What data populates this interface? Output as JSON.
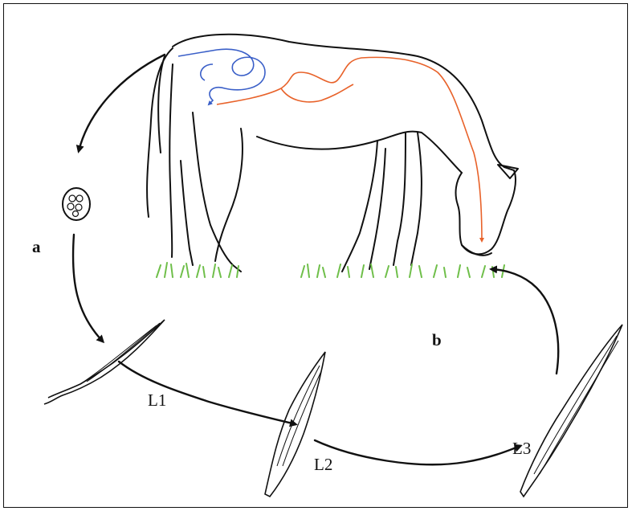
{
  "labels": {
    "a": "a",
    "b": "b",
    "l1": "L1",
    "l2": "L2",
    "l3": "L3"
  },
  "colors": {
    "line": "#111111",
    "grass": "#6fbf4a",
    "parasite_blue": "#3a5fc8",
    "parasite_orange": "#e8622a"
  }
}
